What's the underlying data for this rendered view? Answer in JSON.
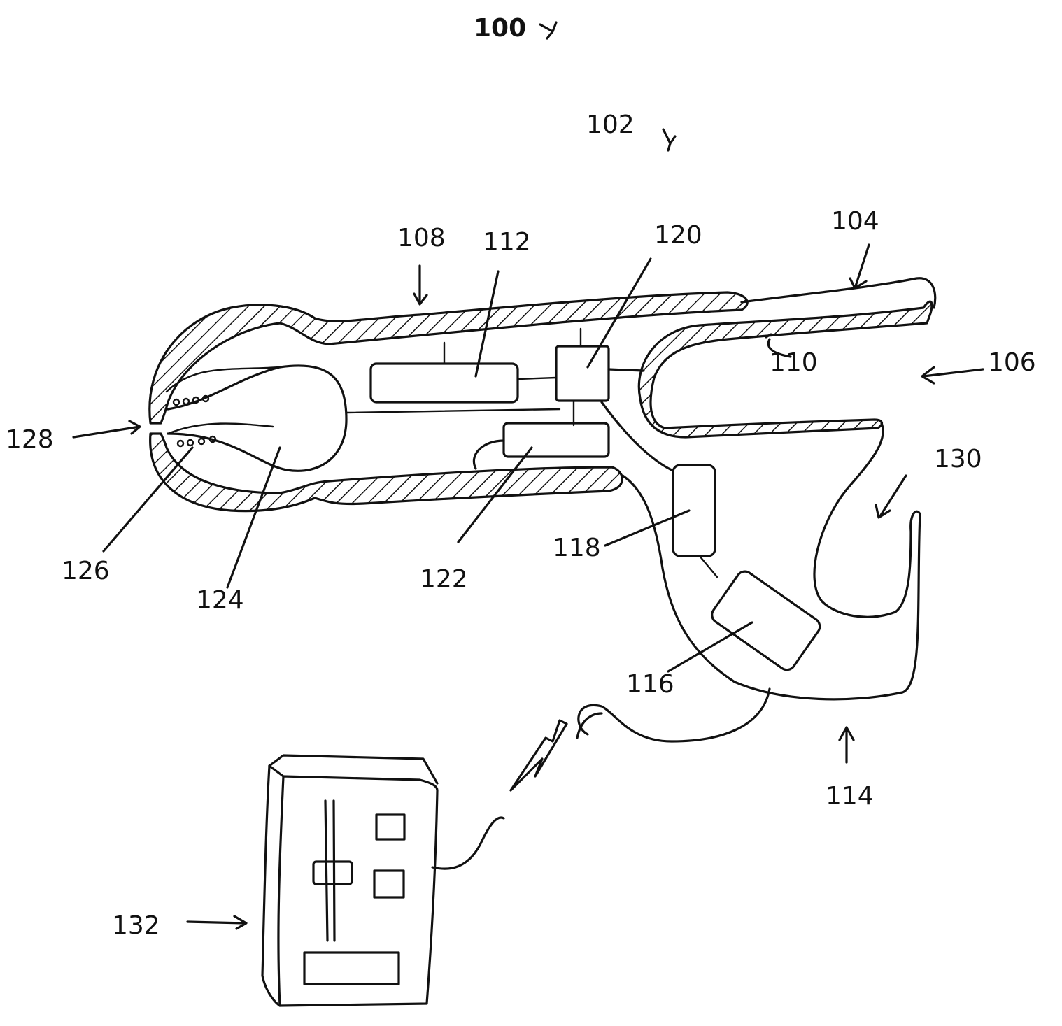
{
  "figure": {
    "labels": {
      "l100": "100",
      "l102": "102",
      "l104": "104",
      "l106": "106",
      "l108": "108",
      "l110": "110",
      "l112": "112",
      "l114": "114",
      "l116": "116",
      "l118": "118",
      "l120": "120",
      "l122": "122",
      "l124": "124",
      "l126": "126",
      "l128": "128",
      "l130": "130",
      "l132": "132"
    }
  }
}
